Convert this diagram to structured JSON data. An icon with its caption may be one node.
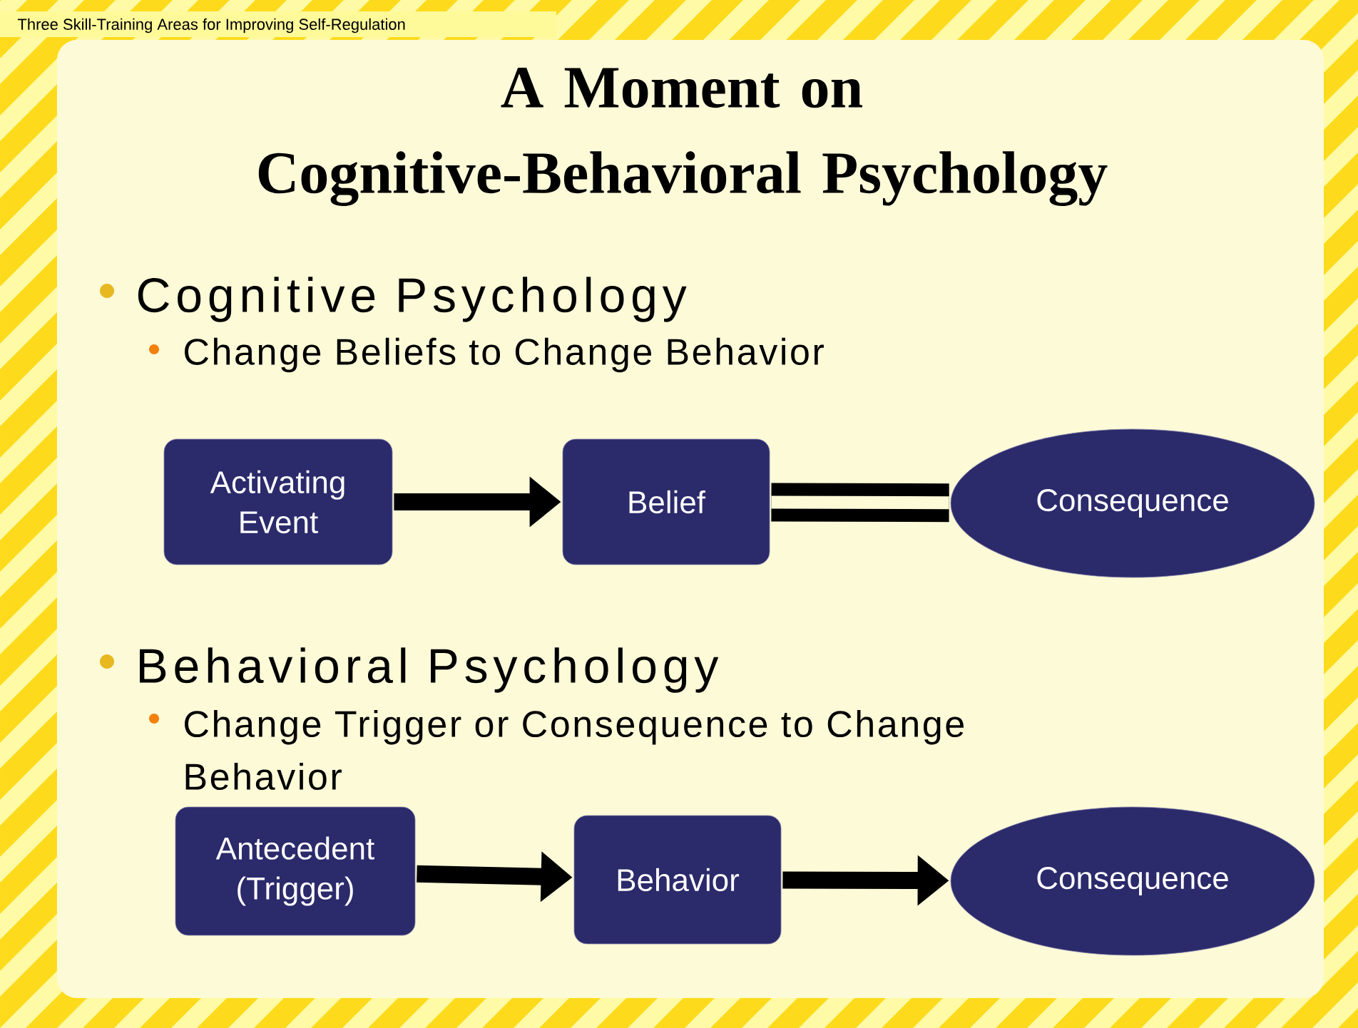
{
  "diagram": {
    "title": "A Moment on Cognitive-Behavioral Psychology",
    "nodes": [
      {
        "text": [
          "Activating Event"
        ]
      },
      {
        "text": [
          "Belief"
        ]
      },
      {
        "text": [
          "Consequence"
        ]
      },
      {
        "text": [
          "Antecedent (Trigger)"
        ]
      },
      {
        "text": [
          "Behavior"
        ]
      },
      {
        "text": [
          "Consequence"
        ]
      }
    ],
    "edges": [
      {
        "from": 0,
        "to": 1,
        "arrow": "to"
      },
      {
        "from": 1,
        "to": 2,
        "arrow": "none",
        "style": "thick"
      },
      {
        "from": 3,
        "to": 4,
        "arrow": "to"
      },
      {
        "from": 4,
        "to": 5,
        "arrow": "to"
      }
    ],
    "labels": [
      "Three Skill-Training Areas for Improving Self-Regulation",
      "Cognitive Psychology",
      "Change Beliefs to Change Behavior",
      "Behavioral Psychology",
      "Change Trigger or Consequence to Change Behavior"
    ]
  }
}
